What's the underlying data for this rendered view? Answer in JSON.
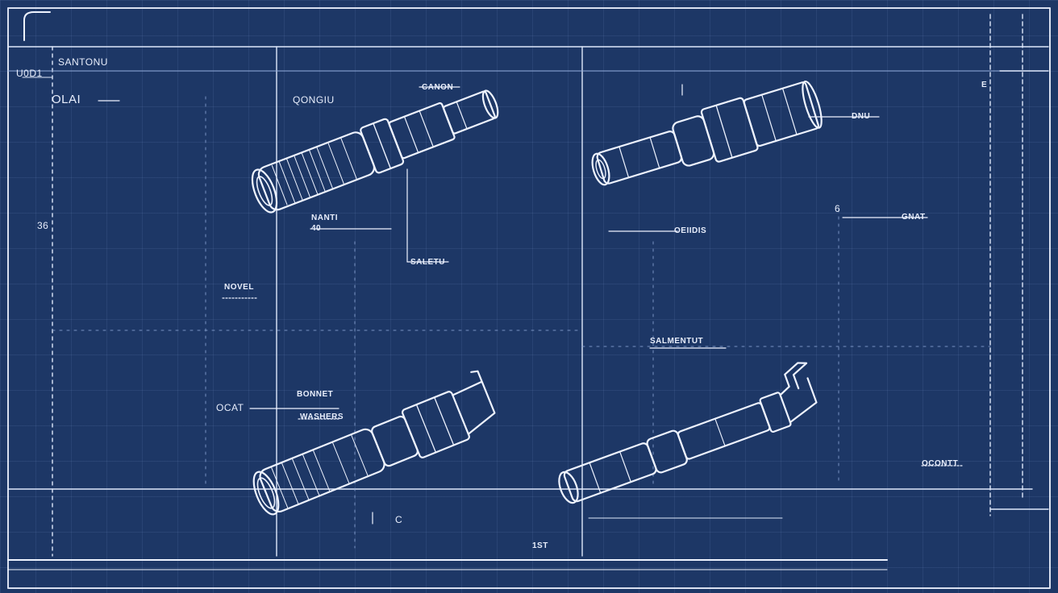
{
  "labels": {
    "top_left_title": "SANTONU",
    "margin_code": "U0D1",
    "side_tag": "OLAI",
    "panel1_title": "QONGIU",
    "callout_top_left": "CANON",
    "callout_nanti": "NANTI",
    "callout_nanti_sub": "40",
    "callout_saletu": "SALETU",
    "callout_novel": "NOVEL",
    "dimension_36": "36",
    "callout_ocat": "OCAT",
    "callout_bonnet": "BONNET",
    "callout_bonnet_sub": "WASHERS",
    "mark_c": "C",
    "mark_bottom": "1ST",
    "mark_6": "6",
    "callout_dnu": "DNU",
    "callout_oeiidis": "OEIIDIS",
    "callout_gnat": "GNAT",
    "callout_salmentut": "SALMENTUT",
    "callout_ocontt": "OCONTT",
    "mark_e": "E"
  },
  "colors": {
    "background": "#1d3766",
    "line": "#eef3ff",
    "faint_line": "#8fa9d8"
  },
  "parts": [
    {
      "name": "connector-top-left"
    },
    {
      "name": "connector-top-right"
    },
    {
      "name": "connector-bottom-left"
    },
    {
      "name": "connector-bottom-right"
    }
  ]
}
